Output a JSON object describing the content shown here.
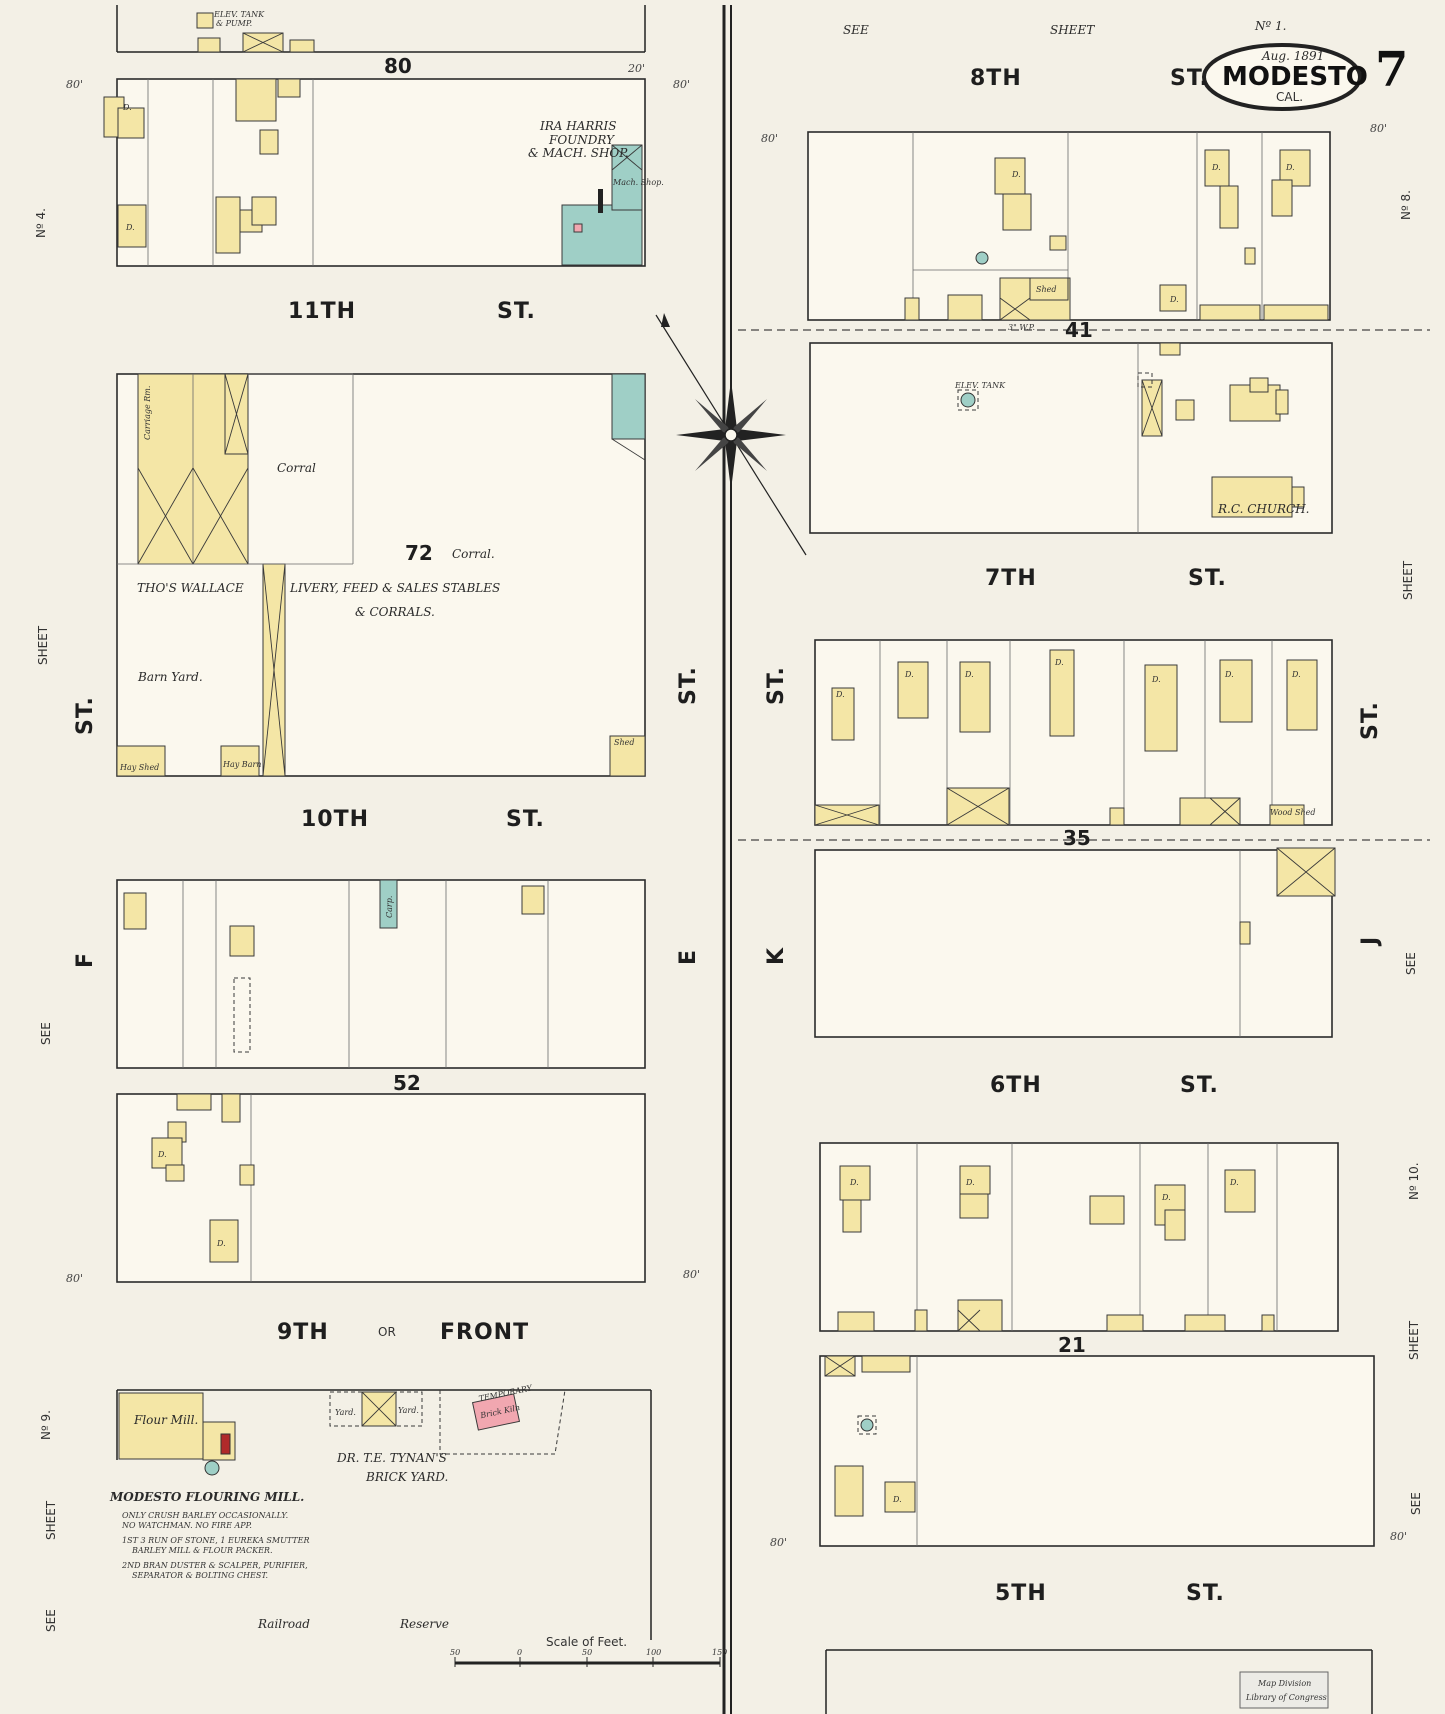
{
  "header": {
    "see_sheet": "SEE",
    "sheet_word": "SHEET",
    "sheet_ref": "Nº 1.",
    "date": "Aug. 1891",
    "city": "MODESTO",
    "state": "CAL.",
    "sheet_number": "7"
  },
  "streets": {
    "eighth": "8TH",
    "eighth_st": "ST.",
    "eleventh": "11TH",
    "eleventh_st": "ST.",
    "seventh": "7TH",
    "seventh_st": "ST.",
    "tenth": "10TH",
    "tenth_st": "ST.",
    "sixth": "6TH",
    "sixth_st": "ST.",
    "ninth": "9TH",
    "or": "OR",
    "front": "FRONT",
    "fifth": "5TH",
    "fifth_st": "ST.",
    "f_st": "F",
    "f_st_word": "ST.",
    "e_st": "E",
    "e_st_word": "ST.",
    "k_st": "K",
    "k_st_word": "ST.",
    "j_st": "J",
    "j_st_word": "ST."
  },
  "blocks": {
    "b80": "80",
    "b72": "72",
    "b52": "52",
    "b41": "41",
    "b35": "35",
    "b21": "21"
  },
  "labels": {
    "ira_harris": "IRA HARRIS",
    "foundry": "FOUNDRY",
    "mach_shop": "& MACH. SHOP.",
    "mach": "Mach. Shop.",
    "corral": "Corral",
    "corral72": "Corral.",
    "thos_wallace": "THO'S WALLACE",
    "livery": "LIVERY, FEED & SALES STABLES",
    "corrals": "& CORRALS.",
    "barn_yard": "Barn Yard.",
    "hay_shed": "Hay Shed",
    "hay_barn": "Hay Barn",
    "carriage_rm": "Carriage Rm.",
    "shed": "Shed",
    "rc_church": "R.C. CHURCH.",
    "flour_mill": "Flour Mill.",
    "yard": "Yard.",
    "brick_kiln": "Brick Kiln",
    "temporary": "TEMPORARY",
    "tynan": "DR. T.E. TYNAN'S",
    "brick_yard": "BRICK YARD.",
    "modesto_flouring": "MODESTO FLOURING MILL.",
    "mill_note1": "ONLY CRUSH BARLEY OCCASIONALLY.",
    "mill_note2": "NO WATCHMAN. NO FIRE APP.",
    "mill_note3": "1ST 3 RUN OF STONE, 1 EUREKA SMUTTER",
    "mill_note4": "BARLEY MILL & FLOUR PACKER.",
    "mill_note5": "2ND BRAN DUSTER & SCALPER, PURIFIER,",
    "mill_note6": "SEPARATOR & BOLTING CHEST.",
    "railroad": "Railroad",
    "reserve": "Reserve",
    "scale": "Scale of Feet.",
    "d": "D.",
    "elev_tank": "ELEV. TANK",
    "pump": "& PUMP.",
    "wp": "3\" W.P.",
    "carp": "Carp.",
    "wood_shed": "Wood Shed"
  },
  "margin": {
    "no4": "Nº 4.",
    "no8": "Nº 8.",
    "no9": "Nº 9.",
    "no10": "Nº 10.",
    "see": "SEE",
    "sheet": "SHEET"
  },
  "dims": {
    "d80": "80'",
    "d20": "20'"
  },
  "scale_ticks": [
    "50",
    "0",
    "50",
    "100",
    "150"
  ],
  "stamp": {
    "line1": "Map Division",
    "line2": "Library of Congress"
  }
}
